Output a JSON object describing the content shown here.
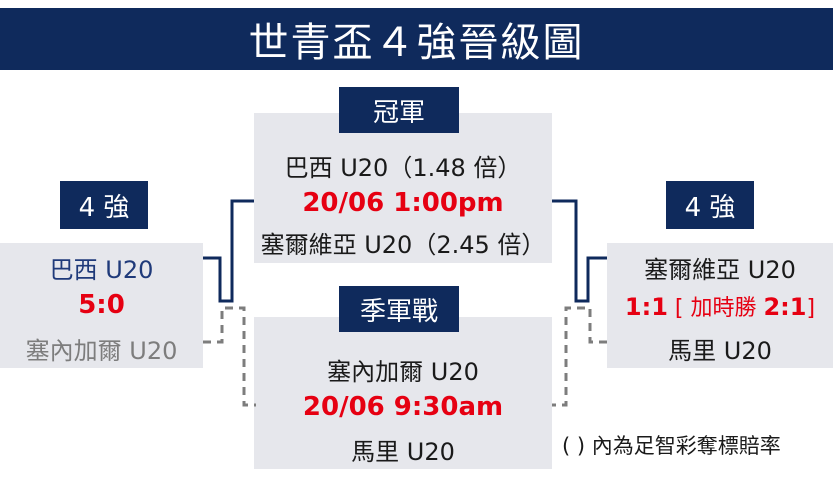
{
  "title": "世青盃４強晉級圖",
  "colors": {
    "navy": "#0f2a5c",
    "red": "#e60012",
    "panel": "#e6e7ec",
    "grey": "#7d7d7d"
  },
  "left": {
    "tag": "4 強",
    "winner": "巴西 U20",
    "score": "5:0",
    "loser": "塞內加爾 U20"
  },
  "final": {
    "tag": "冠軍",
    "team1": "巴西 U20（1.48 倍）",
    "datetime": "20/06  1:00pm",
    "team2": "塞爾維亞 U20（2.45 倍）"
  },
  "third_place": {
    "tag": "季軍戰",
    "team1": "塞內加爾 U20",
    "datetime": "20/06    9:30am",
    "team2": "馬里 U20"
  },
  "right": {
    "tag": "4 強",
    "winner": "塞爾維亞 U20",
    "score_main": "1:1",
    "score_extra_prefix": "[ 加時勝 ",
    "score_extra": "2:1",
    "score_extra_suffix": "]",
    "loser": "馬里 U20"
  },
  "footnote": "( ) 內為足智彩奪標賠率"
}
